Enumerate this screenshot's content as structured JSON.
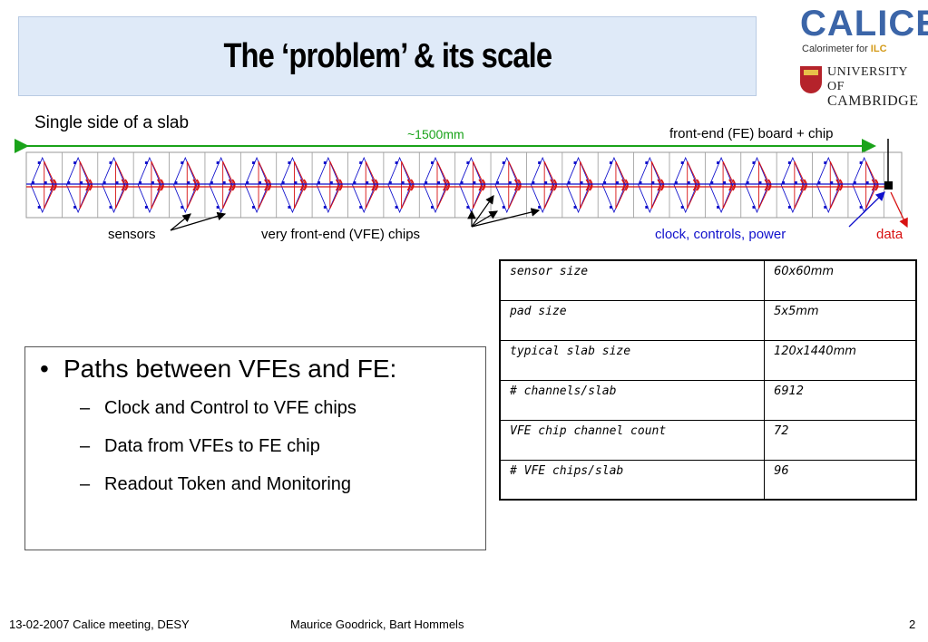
{
  "title": "The ‘problem’ & its scale",
  "logos": {
    "calice_word": "CALICE",
    "calice_sub_prefix": "Calorimeter for ",
    "calice_sub_ilc": "ILC",
    "cambridge_line1": "UNIVERSITY OF",
    "cambridge_line2": "CAMBRIDGE"
  },
  "diagram": {
    "caption": "Single side of a slab",
    "length_label": "~1500mm",
    "fe_label": "front-end (FE) board + chip",
    "sensors_label": "sensors",
    "vfe_label": "very front-end (VFE) chips",
    "clock_label": "clock, controls, power",
    "data_label": "data",
    "sensor_count": 24,
    "colors": {
      "blue": "#1111cc",
      "red": "#d81111",
      "green": "#1aa31a",
      "grid": "#999999"
    }
  },
  "bullets": {
    "main": "Paths between VFEs and FE:",
    "subs": [
      "Clock and Control to VFE chips",
      "Data from VFEs to FE chip",
      "Readout Token and Monitoring"
    ]
  },
  "specs": [
    {
      "key": "sensor size",
      "value": "60x60mm"
    },
    {
      "key": "pad size",
      "value": "5x5mm"
    },
    {
      "key": "typical slab size",
      "value": "120x1440mm"
    },
    {
      "key": "# channels/slab",
      "value": "6912"
    },
    {
      "key": "VFE chip channel count",
      "value": "72"
    },
    {
      "key": "# VFE chips/slab",
      "value": "96"
    }
  ],
  "footer": {
    "left": "13-02-2007 Calice meeting, DESY",
    "center": "Maurice Goodrick, Bart Hommels",
    "page": "2"
  }
}
